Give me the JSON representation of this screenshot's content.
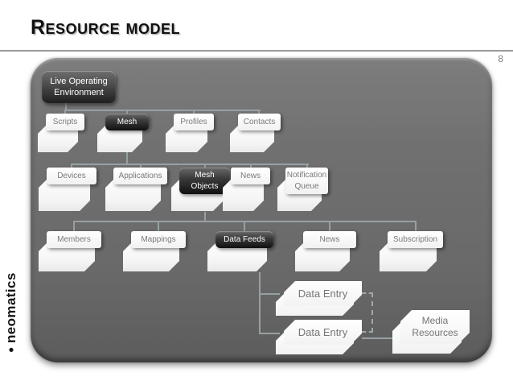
{
  "slide": {
    "title": "Resource model",
    "page_number": "8",
    "logo": {
      "dot": "●",
      "text": "neomatics"
    }
  },
  "colors": {
    "canvas_gray": "#6e6e6e",
    "node_dark": "#1f1f1f",
    "node_light": "#ffffff",
    "label_text": "#7a7a7a",
    "connector": "#96a0a3"
  },
  "diagram": {
    "root": {
      "label": "Live Operating\nEnvironment"
    },
    "rows": [
      {
        "folders": [
          {
            "id": "scripts",
            "label": "Scripts",
            "dark": false
          },
          {
            "id": "mesh",
            "label": "Mesh",
            "dark": true
          },
          {
            "id": "profiles",
            "label": "Profiles",
            "dark": false
          },
          {
            "id": "contacts",
            "label": "Contacts",
            "dark": false
          }
        ]
      },
      {
        "folders": [
          {
            "id": "devices",
            "label": "Devices",
            "dark": false
          },
          {
            "id": "applications",
            "label": "Applications",
            "dark": false
          },
          {
            "id": "mesh-objects",
            "label": "Mesh\nObjects",
            "dark": true
          },
          {
            "id": "news",
            "label": "News",
            "dark": false
          },
          {
            "id": "notification-queue",
            "label": "Notification\nQueue",
            "dark": false
          }
        ]
      },
      {
        "folders": [
          {
            "id": "members",
            "label": "Members",
            "dark": false
          },
          {
            "id": "mappings",
            "label": "Mappings",
            "dark": false
          },
          {
            "id": "data-feeds",
            "label": "Data Feeds",
            "dark": true
          },
          {
            "id": "news-2",
            "label": "News",
            "dark": false
          },
          {
            "id": "subscription",
            "label": "Subscription",
            "dark": false
          }
        ]
      }
    ],
    "sheets": [
      {
        "id": "data-entry-1",
        "label": "Data Entry"
      },
      {
        "id": "data-entry-2",
        "label": "Data Entry"
      },
      {
        "id": "media-resources",
        "label": "Media\nResources"
      }
    ]
  }
}
